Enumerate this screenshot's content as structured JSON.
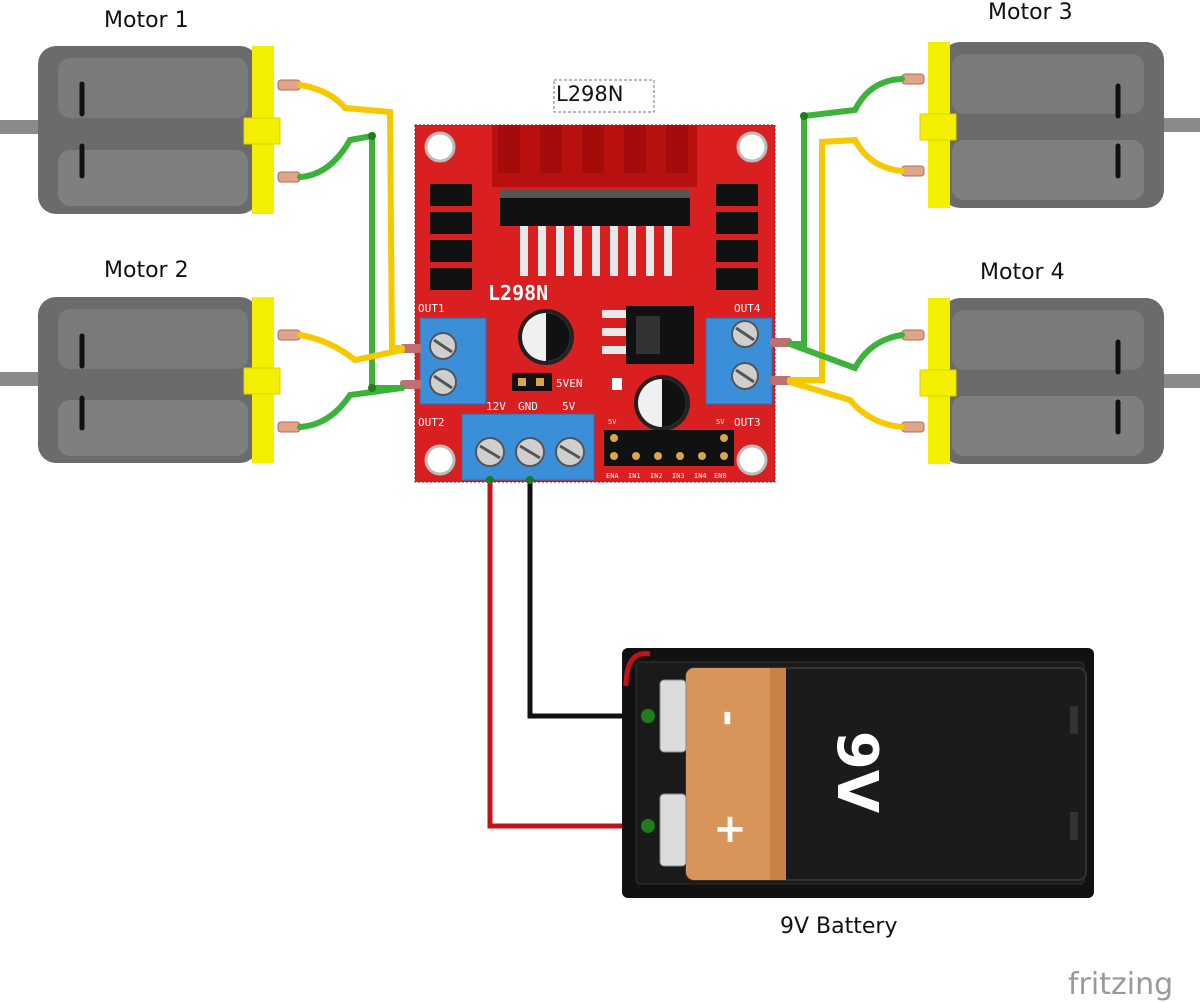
{
  "labels": {
    "motor1": "Motor 1",
    "motor2": "Motor 2",
    "motor3": "Motor 3",
    "motor4": "Motor 4",
    "driver": "L298N",
    "battery": "9V Battery"
  },
  "board": {
    "silkscreen": "L298N",
    "out1": "OUT1",
    "out2": "OUT2",
    "out3": "OUT3",
    "out4": "OUT4",
    "pin_12v": "12V",
    "pin_gnd": "GND",
    "pin_5v": "5V",
    "jumper_5ven": "5VEN",
    "header_pins": [
      "ENA",
      "IN1",
      "IN2",
      "IN3",
      "IN4",
      "ENB"
    ],
    "header_5v_left": "5V",
    "header_5v_right": "5V"
  },
  "battery": {
    "face_label": "9V",
    "minus": "-",
    "plus": "+"
  },
  "watermark": "fritzing",
  "colors": {
    "board_red": "#d91f1f",
    "terminal_blue": "#3a8fd8",
    "motor_grey": "#6b6b6b",
    "motor_cap_yellow": "#f4ef00",
    "wire_yellow": "#f5c800",
    "wire_green": "#3db23a",
    "wire_red": "#c0141a",
    "wire_black": "#111111",
    "battery_orange": "#d8955a"
  }
}
